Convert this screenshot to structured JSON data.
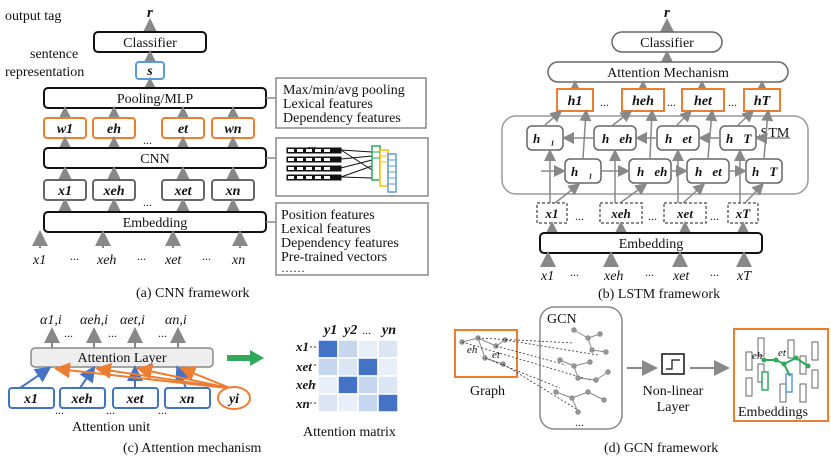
{
  "cnn": {
    "output_tag_label": "output tag",
    "output_symbol": "r",
    "classifier": "Classifier",
    "sentence_rep_label_1": "sentence",
    "sentence_rep_label_2": "representation",
    "s_symbol": "s",
    "pooling": "Pooling/MLP",
    "cnn_label": "CNN",
    "embedding": "Embedding",
    "w_tokens": [
      "w1",
      "eh",
      "et",
      "wn"
    ],
    "x_tokens": [
      "x1",
      "xeh",
      "xet",
      "xn"
    ],
    "inputs": [
      "x1",
      "xeh",
      "xet",
      "xn"
    ],
    "dots": "...",
    "features_top": [
      "Max/min/avg pooling",
      "Lexical features",
      "Dependency features"
    ],
    "features_bottom": [
      "Position features",
      "Lexical features",
      "Dependency features",
      "Pre-trained vectors",
      "……"
    ],
    "caption": "(a) CNN framework"
  },
  "lstm": {
    "output_symbol": "r",
    "classifier": "Classifier",
    "attention": "Attention Mechanism",
    "lstm_label": "LSTM",
    "embedding": "Embedding",
    "h_tokens": [
      "h1",
      "heh",
      "het",
      "hT"
    ],
    "x_tokens": [
      "x1",
      "xeh",
      "xet",
      "xT"
    ],
    "inputs": [
      "x1",
      "xeh",
      "xet",
      "xT"
    ],
    "caption": "(b) LSTM framework"
  },
  "attention": {
    "alphas": [
      "α1,i",
      "αeh,i",
      "αet,i",
      "αn,i"
    ],
    "layer": "Attention Layer",
    "x_tokens": [
      "x1",
      "xeh",
      "xet",
      "xn"
    ],
    "y_token": "yi",
    "unit_label": "Attention unit",
    "matrix_cols": [
      "y1",
      "y2",
      "...",
      "yn"
    ],
    "matrix_rows": [
      "x1",
      "xet",
      "xeh",
      "xn"
    ],
    "matrix_label": "Attention matrix",
    "caption": "(c) Attention mechanism",
    "colors": {
      "blue": "#4472c4",
      "orange": "#ed7d31",
      "green": "#2eaa5b"
    }
  },
  "gcn": {
    "graph_label": "Graph",
    "gcn_label": "GCN",
    "nonlinear_1": "Non-linear",
    "nonlinear_2": "Layer",
    "embeddings_label": "Embeddings",
    "eh": "eh",
    "et": "et",
    "caption": "(d) GCN framework"
  }
}
